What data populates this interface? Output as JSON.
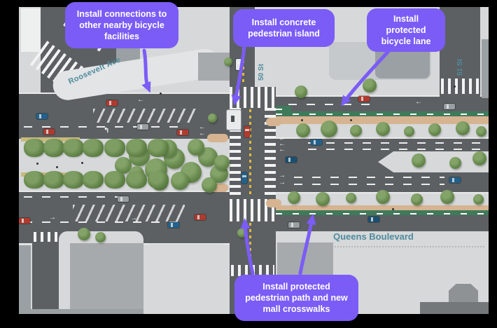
{
  "annotations": {
    "callout_connections": "Install connections to other nearby bicycle facilities",
    "callout_island": "Install concrete pedestrian island",
    "callout_bike_lane": "Install protected bicycle lane",
    "callout_ped_path": "Install protected pedestrian path and new mall crosswalks"
  },
  "street_labels": {
    "roosevelt": "Roosevelt Ave",
    "st50": "50 St",
    "st51": "51 St",
    "queens_blvd": "Queens Boulevard"
  },
  "colors": {
    "annotation_purple": "#7b5cf6",
    "street_label_teal": "#4f8b9d",
    "road_gray": "#5c6063",
    "sidewalk_gray": "#d6d8d9",
    "bike_lane_green": "#3f7a5a",
    "pedestrian_path_tan": "#d7b491",
    "centerline_yellow": "#e2b93b"
  }
}
